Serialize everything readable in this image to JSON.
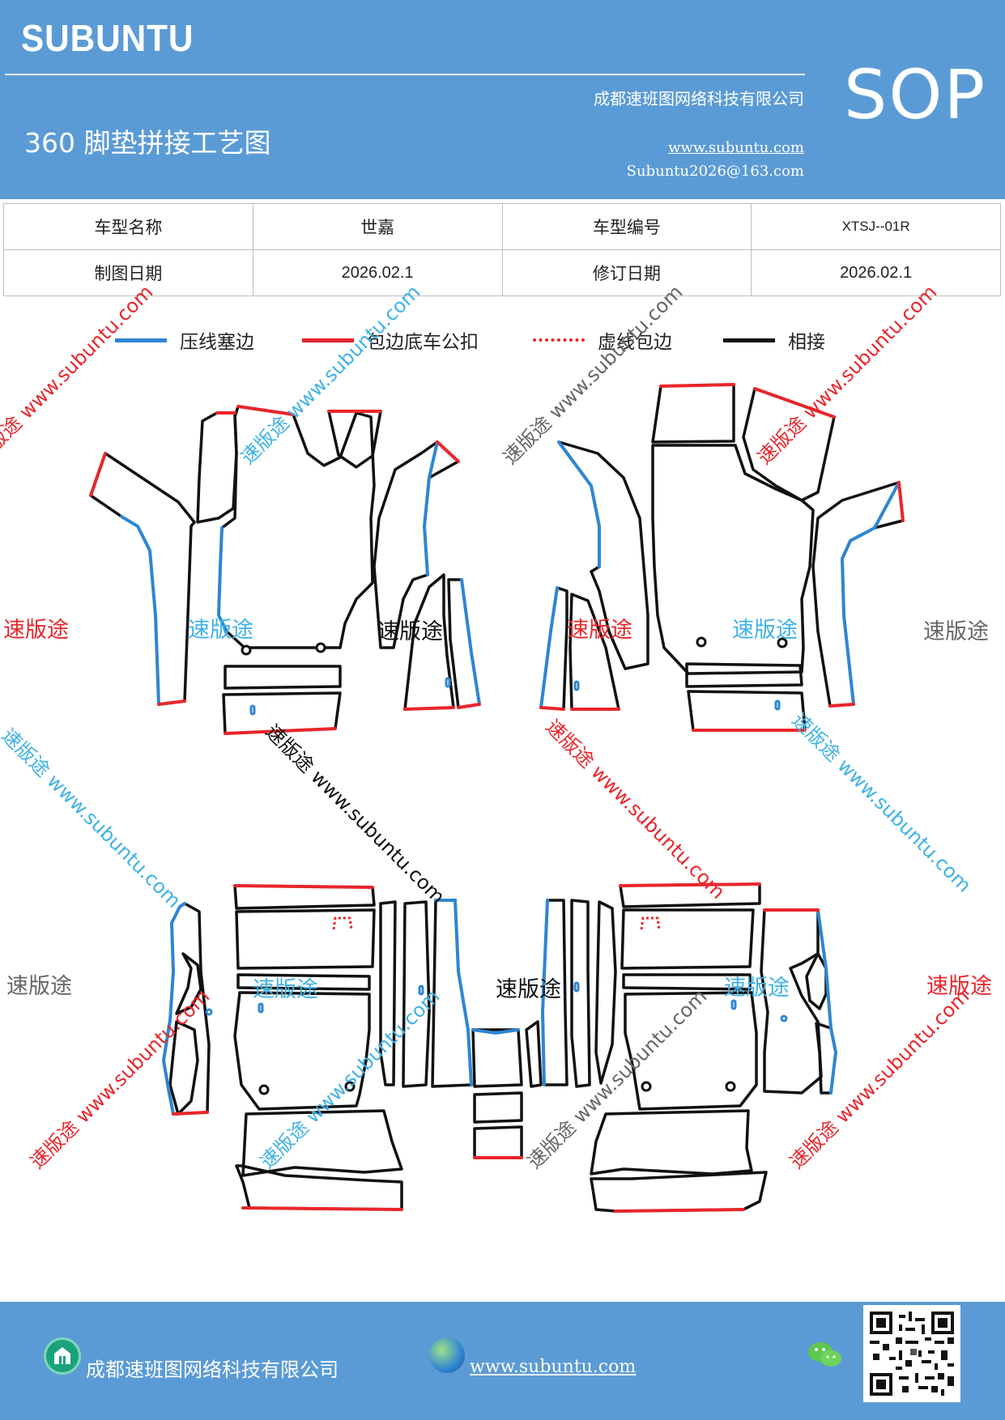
{
  "header": {
    "brand": "SUBUNTU",
    "company": "成都速班图网络科技有限公司",
    "title": "360 脚垫拼接工艺图",
    "website": "www.subuntu.com",
    "email": "Subuntu2026@163.com",
    "badge": "SOP"
  },
  "info_table": {
    "model_name_label": "车型名称",
    "model_name_value": "世嘉",
    "model_code_label": "车型编号",
    "model_code_value": "XTSJ--01R",
    "draw_date_label": "制图日期",
    "draw_date_value": "2026.02.1",
    "revise_date_label": "修订日期",
    "revise_date_value": "2026.02.1"
  },
  "legend": [
    {
      "label": "压线塞边",
      "color": "#2f86d1",
      "style": "solid"
    },
    {
      "label": "包边底车公扣",
      "color": "#e8262b",
      "style": "solid"
    },
    {
      "label": "虚线包边",
      "color": "#e8262b",
      "style": "dotted"
    },
    {
      "label": "相接",
      "color": "#111111",
      "style": "solid"
    }
  ],
  "watermark": {
    "brand": "速版途",
    "url": "www.subuntu.com",
    "combo": "速版途 www.subuntu.com",
    "colors": {
      "red": "#e8262b",
      "blue": "#3fb2e6",
      "gray": "#666666"
    }
  },
  "colors": {
    "outline": "#111111",
    "press": "#2f86d1",
    "edge": "#e8262b",
    "header": "#5b9bd5"
  },
  "footer": {
    "company": "成都速班图网络科技有限公司",
    "website": "www.subuntu.com"
  }
}
